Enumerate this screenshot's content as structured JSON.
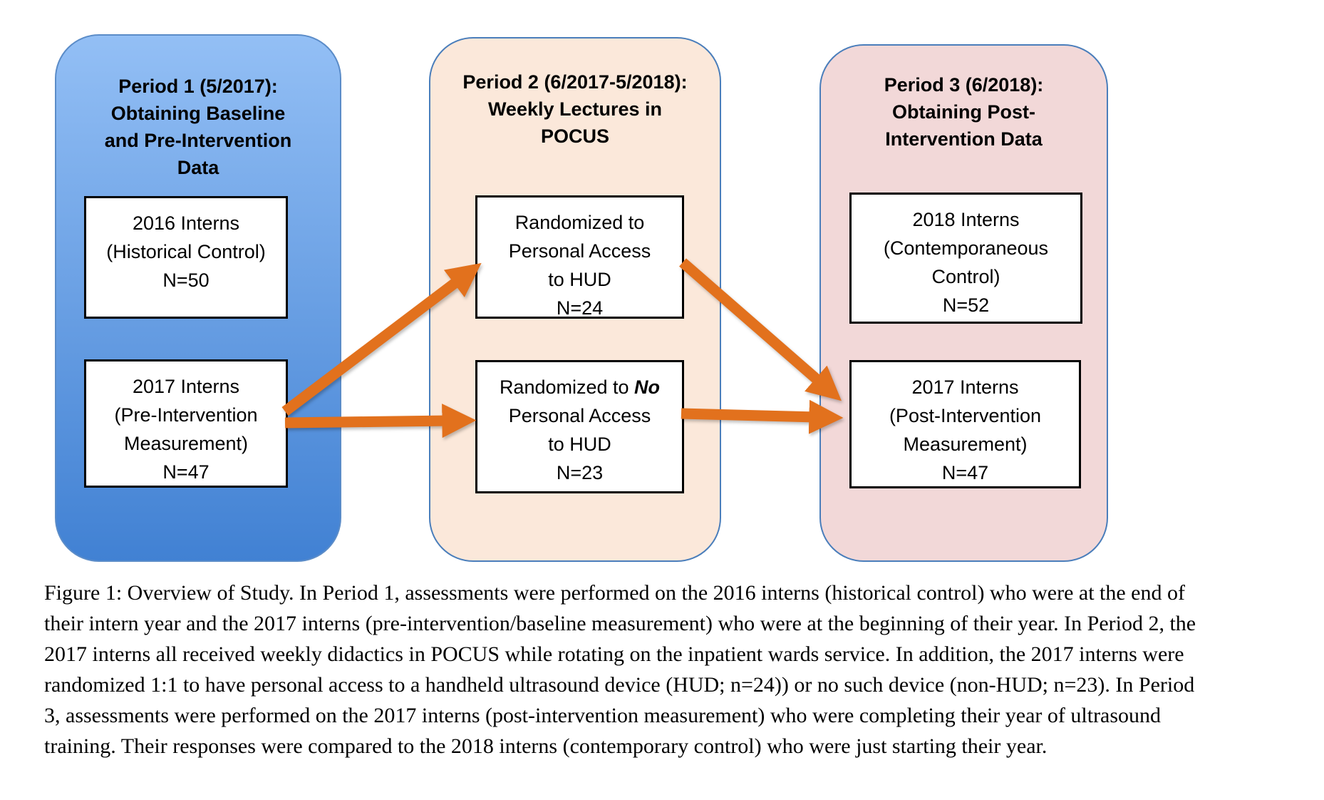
{
  "figure": {
    "panels": [
      {
        "id": "period-1",
        "title_lines": [
          "Period 1 (5/2017):",
          "Obtaining Baseline",
          "and Pre-Intervention",
          "Data"
        ],
        "boxes": [
          {
            "lines": [
              "2016 Interns",
              "(Historical Control)",
              "N=50"
            ]
          },
          {
            "lines": [
              "2017 Interns",
              "(Pre-Intervention",
              "Measurement)",
              "N=47"
            ]
          }
        ]
      },
      {
        "id": "period-2",
        "title_lines": [
          "Period 2 (6/2017-5/2018):",
          "Weekly Lectures in",
          "POCUS"
        ],
        "boxes": [
          {
            "lines": [
              "Randomized to",
              "Personal Access",
              "to HUD",
              "N=24"
            ]
          },
          {
            "line1_prefix": "Randomized to ",
            "line1_em": "No",
            "lines_rest": [
              "Personal Access",
              "to HUD",
              "N=23"
            ]
          }
        ]
      },
      {
        "id": "period-3",
        "title_lines": [
          "Period 3 (6/2018):",
          "Obtaining Post-",
          "Intervention Data"
        ],
        "boxes": [
          {
            "lines": [
              "2018 Interns",
              "(Contemporaneous",
              "Control)",
              "N=52"
            ]
          },
          {
            "lines": [
              "2017 Interns",
              "(Post-Intervention",
              "Measurement)",
              "N=47"
            ]
          }
        ]
      }
    ],
    "colors": {
      "panel1_top": "#93BFF5",
      "panel1_bottom": "#4181D3",
      "panel1_border": "#5B8CC8",
      "panel2_fill": "#FBE8DA",
      "panel3_fill": "#F2D8D8",
      "panel_border": "#4A7EBB",
      "arrow": "#E2711D",
      "box_border": "#000000"
    }
  },
  "caption": {
    "lines": [
      "Figure 1: Overview of Study. In Period 1, assessments were performed on the 2016 interns (historical control) who were at the end of",
      "their intern year and the 2017 interns (pre-intervention/baseline measurement) who were at the beginning of their year. In Period 2, the",
      "2017 interns all received weekly didactics in POCUS while rotating on the inpatient wards service. In addition, the 2017 interns were",
      "randomized 1:1 to have personal access to a handheld ultrasound device (HUD; n=24)) or no such device (non-HUD; n=23). In Period",
      "3, assessments were performed on the 2017 interns (post-intervention measurement) who were completing their year of ultrasound",
      "training. Their responses were compared to the 2018 interns (contemporary control) who were just starting their year."
    ]
  }
}
